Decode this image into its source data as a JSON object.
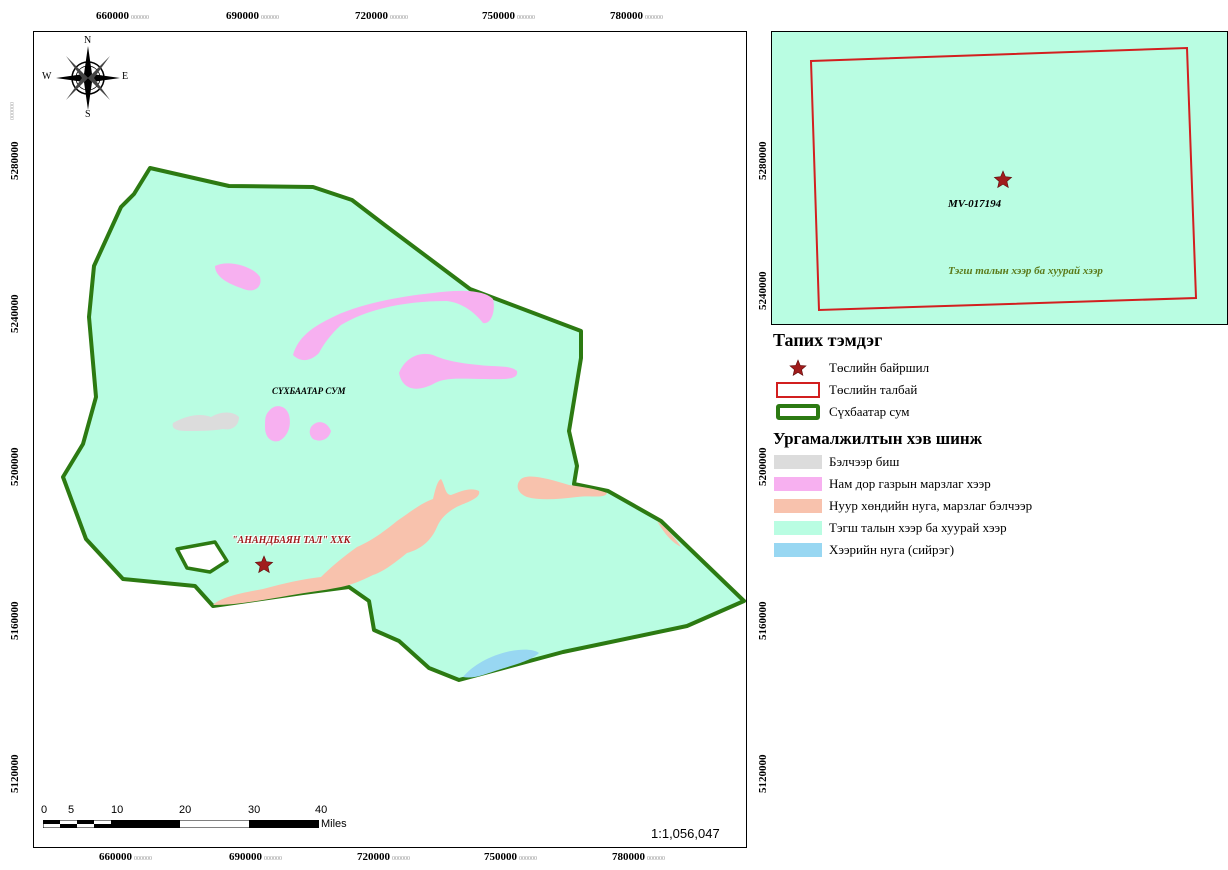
{
  "grid": {
    "x_ticks": [
      "660000",
      "690000",
      "720000",
      "750000",
      "780000"
    ],
    "x_tick_suffix": "000000",
    "main_y_ticks": [
      "5280000",
      "5240000",
      "5200000",
      "5160000",
      "5120000"
    ],
    "inset_y_ticks": [
      "5280000",
      "5240000"
    ],
    "right_y_ticks": [
      "5200000",
      "5160000",
      "5120000"
    ],
    "y_tick_suffix": "000000"
  },
  "compass": {
    "n": "N",
    "s": "S",
    "e": "E",
    "w": "W"
  },
  "map_labels": {
    "sum_label": "СҮХБААТАР СУМ",
    "company_label": "\"АНАНДБАЯН ТАЛ\" ХХК"
  },
  "inset": {
    "site_label": "MV-017194",
    "zone_label": "Тэгш талын хээр ба хуурай хээр"
  },
  "scale_bar": {
    "labels": [
      "0",
      "5",
      "10",
      "20",
      "30",
      "40"
    ],
    "unit": "Miles",
    "ratio": "1:1,056,047"
  },
  "legend": {
    "title": "Тапих тэмдэг",
    "symbols": [
      {
        "label": "Төслийн байршил",
        "icon": "star-icon"
      },
      {
        "label": "Төслийн талбай",
        "icon": "red-outline-box"
      },
      {
        "label": "Сүхбаатар сум",
        "icon": "green-outline-box"
      }
    ],
    "veg_title": "Ургамалжилтын хэв шинж",
    "veg_items": [
      {
        "label": "Бэлчээр биш",
        "color": "#dcdcdc"
      },
      {
        "label": "Нам дор газрын марзлаг хээр",
        "color": "#f7b0f0"
      },
      {
        "label": "Нуур хөндийн нуга, марзлаг бэлчээр",
        "color": "#f8c2ad"
      },
      {
        "label": "Тэгш талын хээр ба хуурай хээр",
        "color": "#b9fde2"
      },
      {
        "label": "Хээрийн нуга (сийрэг)",
        "color": "#98d7f2"
      }
    ]
  },
  "colors": {
    "steppe": "#b9fde2",
    "boundary": "#2c7a12",
    "site_outline": "#d21f1f",
    "star": "#a01c1c"
  }
}
